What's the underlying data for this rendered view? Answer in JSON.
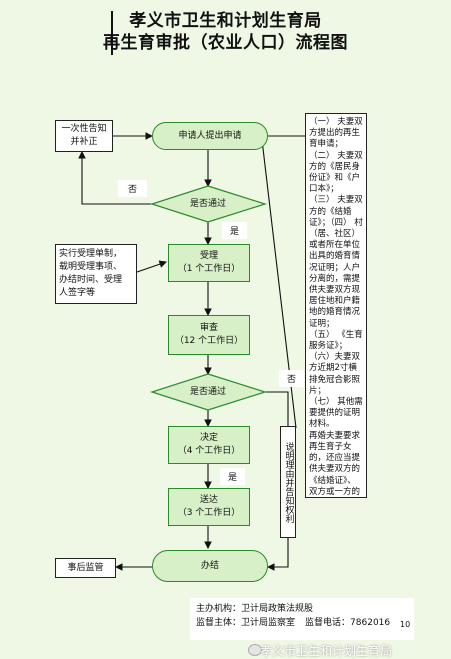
{
  "title": {
    "line1": "孝义市卫生和计划生育局",
    "line2": "再生育审批（农业人口）流程图"
  },
  "nodes": {
    "notify": [
      "一次性告知",
      "并补正"
    ],
    "apply": "申请人提出申请",
    "decision1": "是否通过",
    "accept": [
      "受理",
      "（1 个工作日）"
    ],
    "accept_note": [
      "实行受理单制，",
      "载明受理事项、",
      "办结时间、受理",
      "人签字等"
    ],
    "review": [
      "审查",
      "（12 个工作日）"
    ],
    "decision2": "是否通过",
    "decide": [
      "决定",
      "（4 个工作日）"
    ],
    "deliver": [
      "送达",
      "（3 个工作日）"
    ],
    "finish": "办结",
    "supervise": "事后监管"
  },
  "labels": {
    "no1": "否",
    "yes1": "是",
    "no2": "否",
    "yes2": "是"
  },
  "side_text": "（一） 夫妻双方提出的再生育申请；\n（二） 夫妻双方的《居民身份证》和《户口本》；\n（三） 夫妻双方的《结婚证》；（四） 村（居、社区）或者所在单位出具的婚育情况证明；人户分离的，需提供夫妻双方现居住地和户籍地的婚育情况证明；\n（五） 《生育服务证》；\n（六）夫妻双方近期2寸横排免冠合影照片；\n（七） 其他需要提供的证明材料。\n再婚夫妻要求再生育子女的，还应当提供夫妻双方的《结婚证》、双方或一方的《离婚证》、《离婚判决书》等。",
  "vertical_text": "说明理由并告知权利",
  "footer": {
    "org_label": "主办机构：",
    "org": "卫计局政策法规股",
    "sup_label": "监督主体：",
    "sup": "卫计局监察室",
    "phone_label": "监督电话：",
    "phone": "7862016"
  },
  "watermark": "孝义市卫生和计划生育局",
  "page_number": "10"
}
